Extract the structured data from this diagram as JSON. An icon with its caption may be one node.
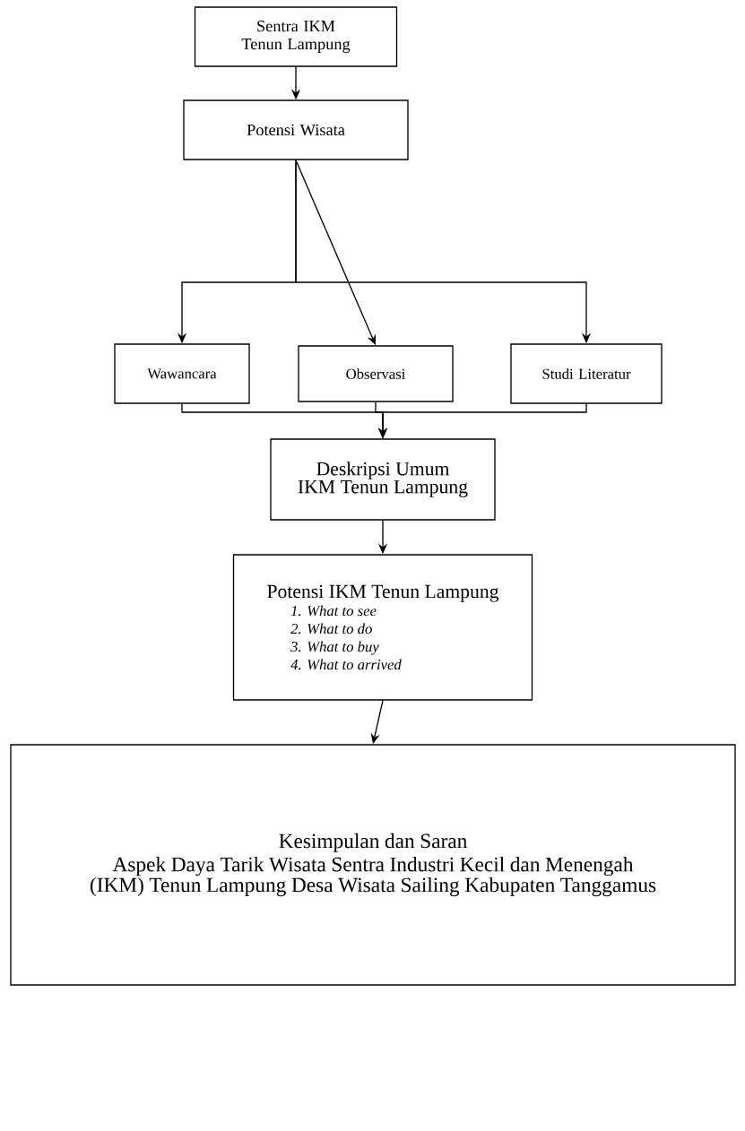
{
  "diagram": {
    "nodes": [
      {
        "text": [
          "Sentra IKM Tenun Lampung"
        ]
      },
      {
        "text": [
          "Potensi Wisata"
        ]
      },
      {
        "text": [
          "Wawancara"
        ]
      },
      {
        "text": [
          "Observasi"
        ]
      },
      {
        "text": [
          "Studi Literatur"
        ]
      },
      {
        "text": [
          "Deskripsi Umum IKM Tenun Lampung"
        ]
      },
      {
        "text": [
          "Potensi IKM Tenun Lampung",
          "1. What to see",
          "2. What to do",
          "3. What to buy",
          "4. What to arrived"
        ]
      },
      {
        "text": [
          "Kesimpulan dan Saran",
          "Aspek Daya Tarik Wisata Sentra Industri Kecil dan Menengah (IKM) Tenun Lampung Desa Wisata Sailing Kabupaten Tanggamus"
        ]
      }
    ],
    "edges": [
      {
        "from": 0,
        "to": 1,
        "arrow": "to"
      },
      {
        "from": 1,
        "to": 2,
        "arrow": "to"
      },
      {
        "from": 1,
        "to": 3,
        "arrow": "to"
      },
      {
        "from": 1,
        "to": 4,
        "arrow": "to"
      },
      {
        "from": 2,
        "to": 5,
        "arrow": "to"
      },
      {
        "from": 3,
        "to": 5,
        "arrow": "to"
      },
      {
        "from": 4,
        "to": 5,
        "arrow": "to"
      },
      {
        "from": 5,
        "to": 6,
        "arrow": "to"
      },
      {
        "from": 6,
        "to": 7,
        "arrow": "to"
      }
    ]
  }
}
